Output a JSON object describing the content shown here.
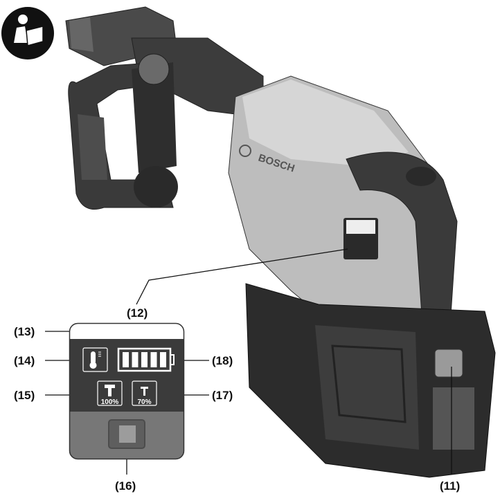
{
  "manual_icon": "read-manual-icon",
  "tool": {
    "brand_logo": "BOSCH"
  },
  "labels": {
    "display": "(12)",
    "status_area": "(13)",
    "temperature": "(14)",
    "mode_100": "(15)",
    "mode_button": "(16)",
    "mode_70": "(17)",
    "battery_charge": "(18)",
    "battery_release": "(11)"
  },
  "display_panel": {
    "mode_100_text": "100%",
    "mode_70_text": "70%",
    "battery_level_bars": 5,
    "icons": [
      "thermometer-icon",
      "battery-icon",
      "hammer-icon",
      "hammer-small-icon"
    ]
  }
}
